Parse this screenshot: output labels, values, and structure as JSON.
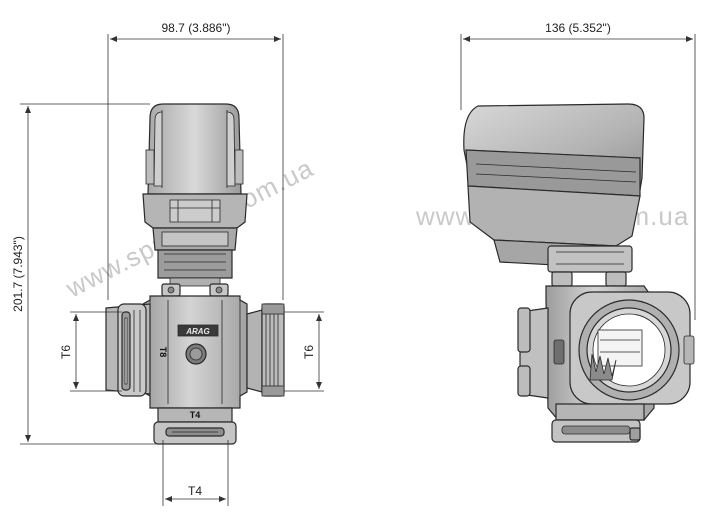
{
  "dimensions": {
    "width_front": "98.7  (3.886\")",
    "width_side": "136  (5.352\")",
    "height_total": "201.7  (7.943\")",
    "port_left": "T6",
    "port_right": "T6",
    "port_bottom": "T4"
  },
  "part_labels": {
    "body_center": "T8",
    "body_lower": "T4",
    "brand_plate": "ARAG"
  },
  "watermarks": {
    "left": "www.sprayteh.com.ua",
    "right": "www.sprayteh.com.ua"
  },
  "colors": {
    "body": "#b9b9b9",
    "body_dark": "#8a8a8a",
    "body_light": "#dedede",
    "outline": "#2a2a2a",
    "watermark": "#c9c9c9"
  }
}
